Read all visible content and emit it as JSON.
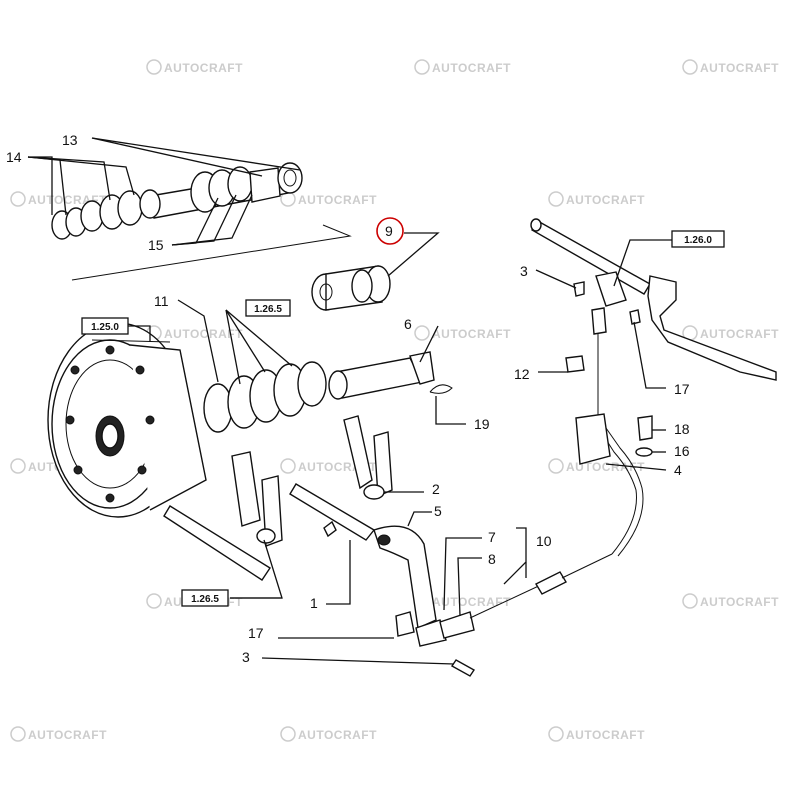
{
  "watermark": "AUTOCRAFT",
  "callouts": {
    "c1": "1",
    "c2": "2",
    "c3a": "3",
    "c3b": "3",
    "c4": "4",
    "c5": "5",
    "c6": "6",
    "c7": "7",
    "c8": "8",
    "c9": "9",
    "c10": "10",
    "c11": "11",
    "c12": "12",
    "c13": "13",
    "c14": "14",
    "c15": "15",
    "c16": "16",
    "c17a": "17",
    "c17b": "17",
    "c18": "18",
    "c19": "19"
  },
  "refs": {
    "r1": "1.25.0",
    "r2": "1.26.5",
    "r3": "1.26.5",
    "r4": "1.26.0"
  },
  "highlight_color": "#cc0000"
}
